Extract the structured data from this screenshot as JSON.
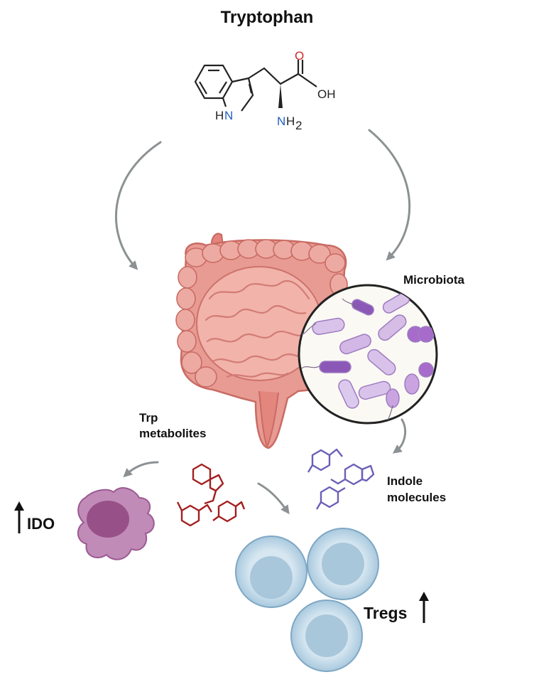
{
  "title": "Tryptophan",
  "molecule": {
    "atom_o": "O",
    "atom_oh": "OH",
    "atom_hn_h": "H",
    "atom_hn_n": "N",
    "atom_nh2_n": "N",
    "atom_nh2_h": "H",
    "atom_nh2_sub": "2"
  },
  "labels": {
    "microbiota": "Microbiota",
    "trp_line1": "Trp",
    "trp_line2": "metabolites",
    "indole_line1": "Indole",
    "indole_line2": "molecules",
    "ido": "IDO",
    "tregs": "Tregs"
  },
  "colors": {
    "oxygen": "#d62728",
    "nitrogen": "#1f5fbf",
    "arrow": "#8c9193",
    "trp_metabolite": "#a31f1f",
    "indole": "#6a5fb8",
    "gut": "#e59b94",
    "microbiota": "#c7a5da",
    "treg": "#bcd6e6",
    "ido_cell": "#b27aa8"
  },
  "icons": [
    "tryptophan-structure",
    "intestine-icon",
    "microbiota-icon",
    "dendritic-cell-icon",
    "treg-cell-icon",
    "up-arrow-icon"
  ]
}
